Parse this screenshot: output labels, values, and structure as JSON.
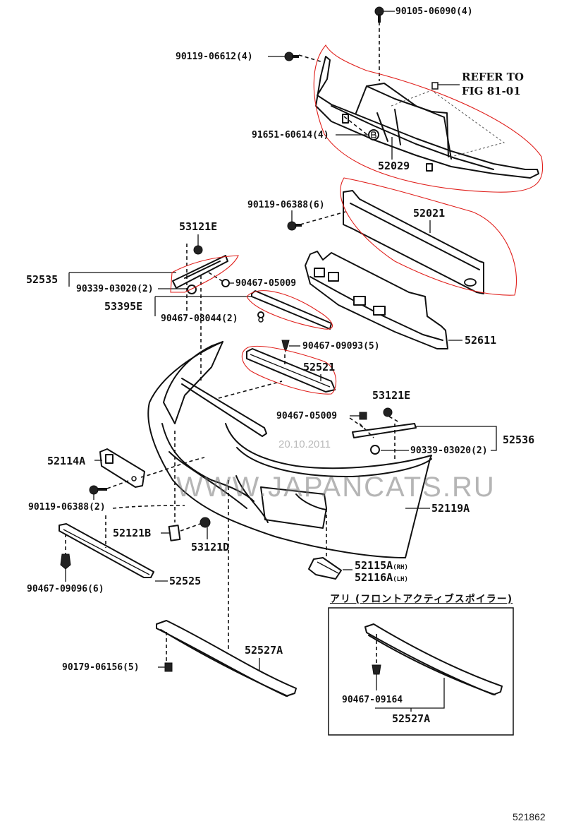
{
  "diagram": {
    "figure_number": "521862",
    "watermark": "WWW.JAPANCATS.RU",
    "watermark_date": "20.10.2011",
    "reference_note": {
      "line1": "REFER TO",
      "line2": "FIG 81-01"
    },
    "option_box": {
      "title": "アリ (フロントアクティブスポイラー)",
      "bolt": "90467-09164",
      "part": "52527A"
    },
    "parts": {
      "p90105_06090": "90105-06090(4)",
      "p90119_06612": "90119-06612(4)",
      "p91651_60614": "91651-60614(4)",
      "p52029": "52029",
      "p90119_06388_6": "90119-06388(6)",
      "p52021": "52021",
      "p53121E_left": "53121E",
      "p52535": "52535",
      "p90339_03020_left": "90339-03020(2)",
      "p90467_05009_left": "90467-05009",
      "p53395E": "53395E",
      "p90467_08044": "90467-08044(2)",
      "p52611": "52611",
      "p90467_09093": "90467-09093(5)",
      "p52521": "52521",
      "p53121E_right": "53121E",
      "p90467_05009_right": "90467-05009",
      "p52536": "52536",
      "p90339_03020_right": "90339-03020(2)",
      "p52114A": "52114A",
      "p90119_06388_2": "90119-06388(2)",
      "p52119A": "52119A",
      "p52121B": "52121B",
      "p53121D": "53121D",
      "p52115A": "52115A",
      "p52115A_side": "(RH)",
      "p52116A": "52116A",
      "p52116A_side": "(LH)",
      "p90467_09096": "90467-09096(6)",
      "p52525": "52525",
      "p90179_06156": "90179-06156(5)",
      "p52527A": "52527A"
    },
    "highlight_color": "#e0201c",
    "line_color": "#111111"
  }
}
